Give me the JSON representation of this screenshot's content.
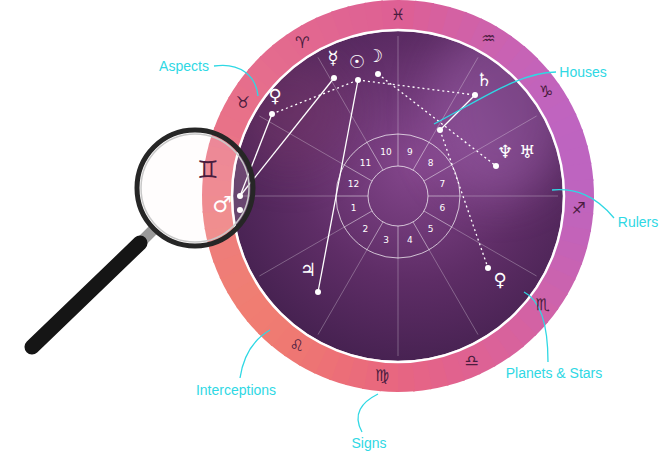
{
  "diagram": {
    "labels": [
      "Aspects",
      "Houses",
      "Rulers",
      "Planets & Stars",
      "Interceptions",
      "Signs",
      "♓",
      "♒",
      "♑",
      "♐",
      "♏",
      "♎",
      "♍",
      "♌",
      "♊",
      "♉",
      "♈",
      "☽",
      "☉",
      "☿",
      "♀",
      "♄",
      "♆",
      "♅",
      "♂",
      "♃",
      "♀",
      "1",
      "2",
      "3",
      "4",
      "5",
      "6",
      "7",
      "8",
      "9",
      "10",
      "11",
      "12"
    ]
  }
}
